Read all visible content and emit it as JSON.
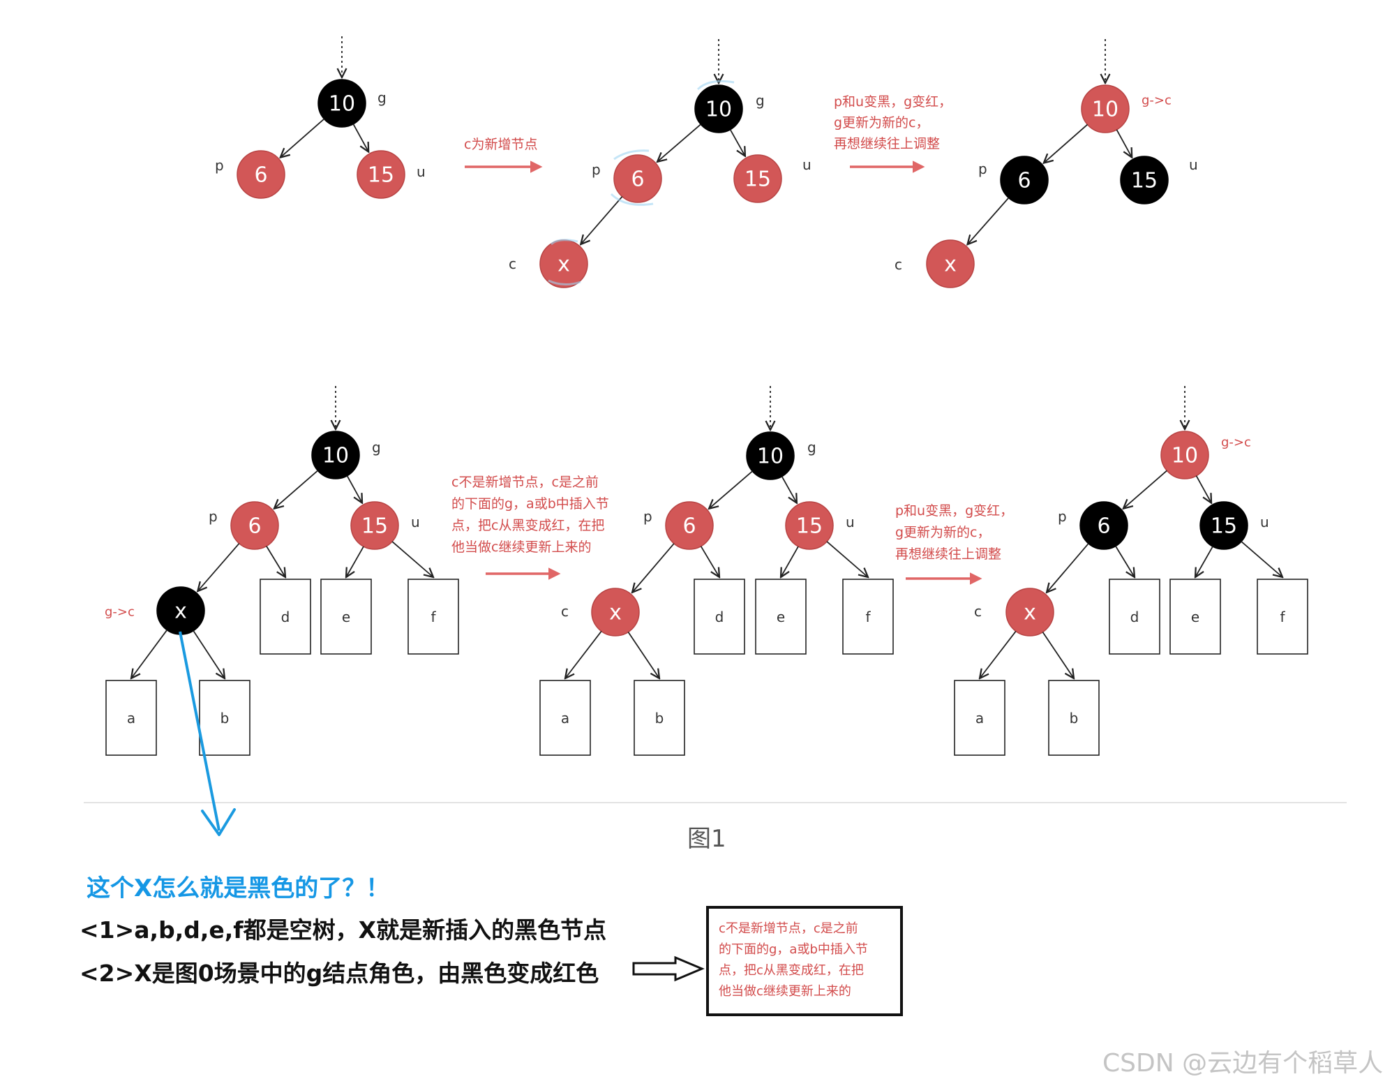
{
  "node_values": {
    "n10": "10",
    "n6": "6",
    "n15": "15",
    "x": "x"
  },
  "labels": {
    "g": "g",
    "p": "p",
    "u": "u",
    "c": "c",
    "g_to_c": "g->c"
  },
  "subtrees": {
    "a": "a",
    "b": "b",
    "d": "d",
    "e": "e",
    "f": "f"
  },
  "notes": {
    "new_node": "c为新增节点",
    "recolor_1": "p和u变黑，g变红，",
    "recolor_2": "g更新为新的c，",
    "recolor_3": "再想继续往上调整",
    "not_new_1": "c不是新增节点，c是之前",
    "not_new_2": "的下面的g，a或b中插入节",
    "not_new_3": "点，把c从黑变成红，在把",
    "not_new_4": "他当做c继续更新上来的"
  },
  "caption": "图1",
  "question": {
    "title": "这个X怎么就是黑色的了？！",
    "line1": "<1>a,b,d,e,f都是空树，X就是新插入的黑色节点",
    "line2": "<2>X是图0场景中的g结点角色，由黑色变成红色"
  },
  "watermark": "CSDN @云边有个稻草人",
  "colors": {
    "red_node": "#d25757",
    "black_node": "#000000",
    "arrow_red": "#e06666",
    "arrow_blue": "#1a9ae0",
    "note_red": "#d24b4b"
  }
}
